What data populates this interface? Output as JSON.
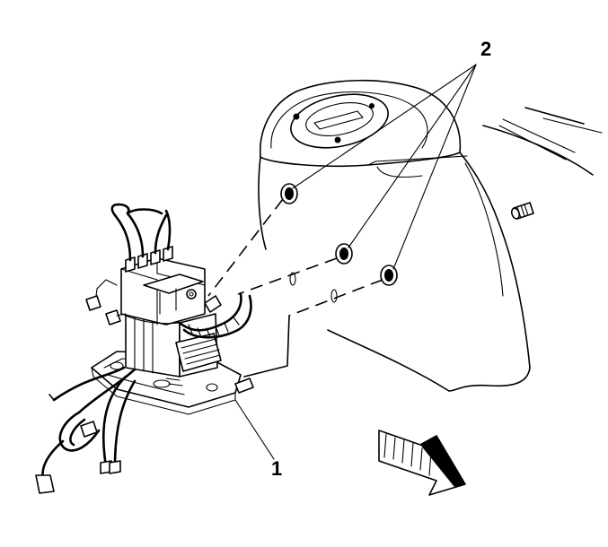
{
  "diagram": {
    "callouts": [
      {
        "id": "1",
        "label": "1"
      },
      {
        "id": "2",
        "label": "2"
      }
    ],
    "colors": {
      "line": "#000000",
      "background": "#ffffff"
    },
    "icons": [
      "forward-arrow-icon"
    ]
  }
}
